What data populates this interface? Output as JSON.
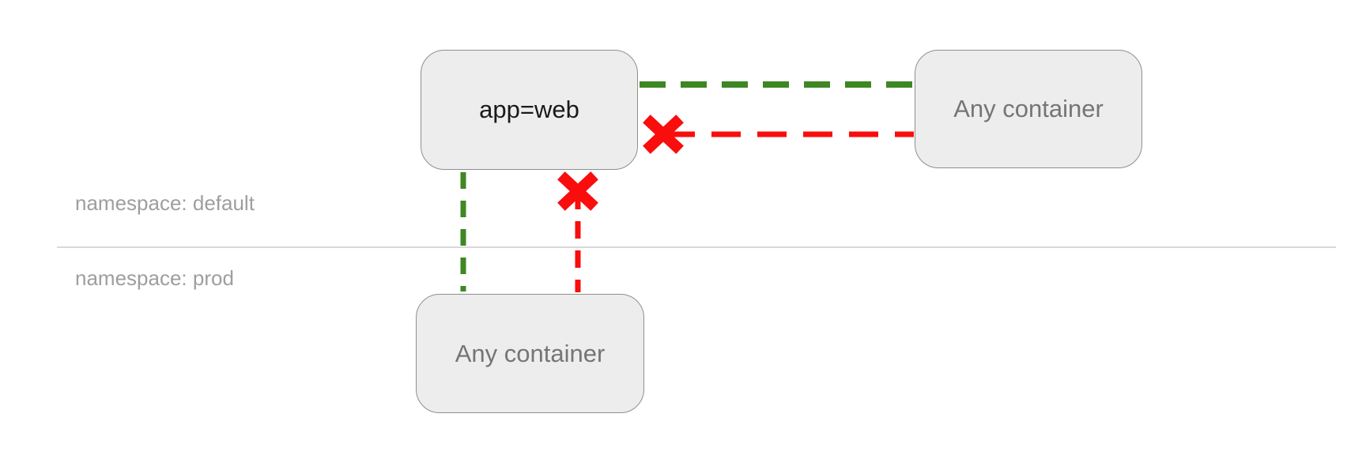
{
  "diagram": {
    "namespaces": [
      {
        "id": "default",
        "label": "namespace: default"
      },
      {
        "id": "prod",
        "label": "namespace: prod"
      }
    ],
    "nodes": [
      {
        "id": "app-web",
        "label": "app=web",
        "namespace": "default"
      },
      {
        "id": "any-container-default",
        "label": "Any container",
        "namespace": "default"
      },
      {
        "id": "any-container-prod",
        "label": "Any container",
        "namespace": "prod"
      }
    ],
    "edges": [
      {
        "from": "app-web",
        "to": "any-container-default",
        "status": "allowed",
        "style": "dashed"
      },
      {
        "from": "any-container-default",
        "to": "app-web",
        "status": "blocked",
        "style": "dashed",
        "icon": "x-mark"
      },
      {
        "from": "app-web",
        "to": "any-container-prod",
        "status": "allowed",
        "style": "dashed"
      },
      {
        "from": "any-container-prod",
        "to": "app-web",
        "status": "blocked",
        "style": "dashed",
        "icon": "x-mark"
      }
    ],
    "colors": {
      "allowed": "#3e8723",
      "blocked": "#f90d0d",
      "node_fill": "#ededed",
      "node_border": "#8f8f8f",
      "node_text_dark": "#1a1a1a",
      "node_text_muted": "#757575",
      "namespace_label": "#9e9e9e",
      "divider": "#d9d9d9",
      "background": "#ffffff"
    }
  }
}
